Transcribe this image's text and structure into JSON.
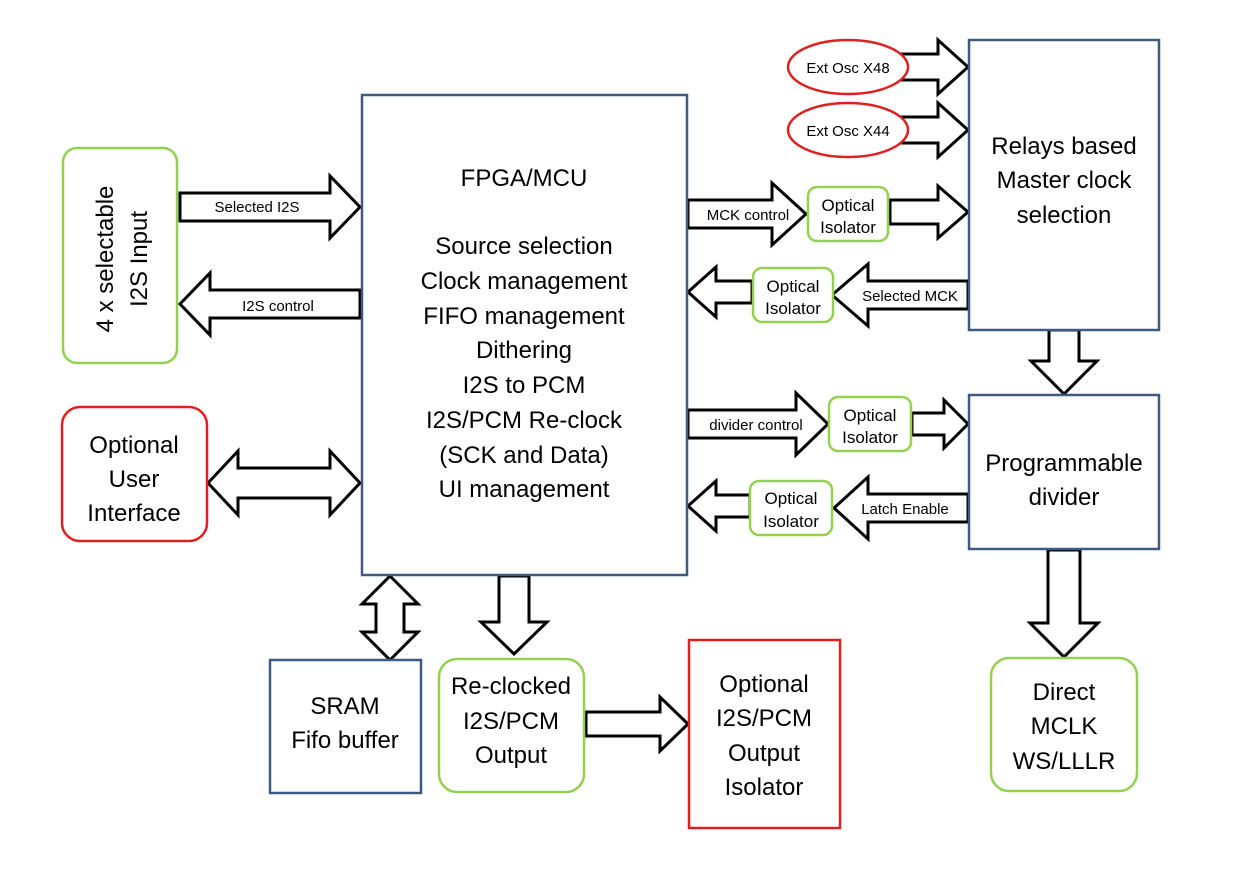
{
  "colors": {
    "blue_border": "#3e5a82",
    "green_border": "#92d050",
    "red_border": "#e02020",
    "arrow_stroke": "#000000",
    "background": "#ffffff"
  },
  "blocks": {
    "i2s_input": {
      "lines": [
        "4 x selectable",
        "I2S Input"
      ]
    },
    "user_interface": {
      "lines": [
        "Optional",
        "User",
        "Interface"
      ]
    },
    "fpga": {
      "title": "FPGA/MCU",
      "functions": [
        "Source selection",
        "Clock management",
        "FIFO management",
        "Dithering",
        "I2S to PCM",
        "I2S/PCM Re-clock",
        "(SCK and Data)",
        "UI management"
      ]
    },
    "sram": {
      "lines": [
        "SRAM",
        "Fifo buffer"
      ]
    },
    "reclocked_output": {
      "lines": [
        "Re-clocked",
        "I2S/PCM",
        "Output"
      ]
    },
    "output_isolator": {
      "lines": [
        "Optional",
        "I2S/PCM",
        "Output",
        "Isolator"
      ]
    },
    "osc48": {
      "label": "Ext Osc X48"
    },
    "osc44": {
      "label": "Ext Osc X44"
    },
    "relays": {
      "lines": [
        "Relays based",
        "Master clock",
        "selection"
      ]
    },
    "divider": {
      "lines": [
        "Programmable",
        "divider"
      ]
    },
    "direct": {
      "lines": [
        "Direct",
        "MCLK",
        "WS/LLLR"
      ]
    },
    "iso1": {
      "lines": [
        "Optical",
        "Isolator"
      ]
    },
    "iso2": {
      "lines": [
        "Optical",
        "Isolator"
      ]
    },
    "iso3": {
      "lines": [
        "Optical",
        "Isolator"
      ]
    },
    "iso4": {
      "lines": [
        "Optical",
        "Isolator"
      ]
    }
  },
  "arrows": {
    "selected_i2s": "Selected I2S",
    "i2s_control": "I2S control",
    "mck_control": "MCK control",
    "selected_mck": "Selected MCK",
    "divider_control": "divider control",
    "latch_enable": "Latch Enable"
  }
}
